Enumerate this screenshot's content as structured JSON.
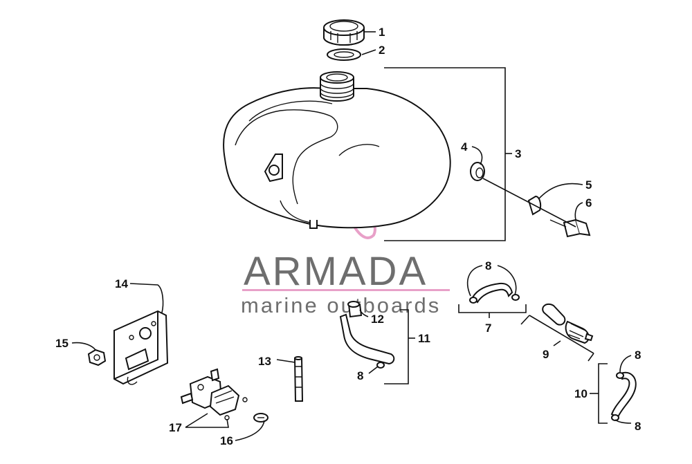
{
  "watermark": {
    "brand": "ARMADA",
    "tagline": "marine outboards",
    "accent_color": "#e8a0c8",
    "text_color": "#6e6e6e"
  },
  "callouts": {
    "c1": "1",
    "c2": "2",
    "c3": "3",
    "c4": "4",
    "c5": "5",
    "c6": "6",
    "c7": "7",
    "c8a": "8",
    "c8b": "8",
    "c8c": "8",
    "c8d": "8",
    "c9": "9",
    "c10": "10",
    "c11": "11",
    "c12": "12",
    "c13": "13",
    "c14": "14",
    "c15": "15",
    "c16": "16",
    "c17": "17"
  }
}
